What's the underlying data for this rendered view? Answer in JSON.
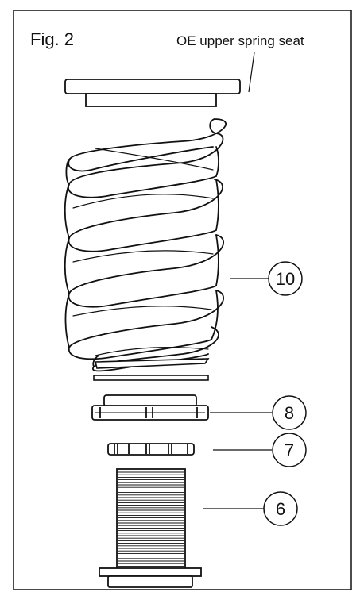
{
  "figure": {
    "title": "Fig. 2",
    "label_upper_seat": "OE upper spring seat"
  },
  "callouts": [
    {
      "id": "spring",
      "number": "10"
    },
    {
      "id": "nut",
      "number": "8"
    },
    {
      "id": "lock-ring",
      "number": "7"
    },
    {
      "id": "threaded-sleeve",
      "number": "6"
    }
  ],
  "colors": {
    "line": "#111111",
    "background": "#ffffff"
  }
}
